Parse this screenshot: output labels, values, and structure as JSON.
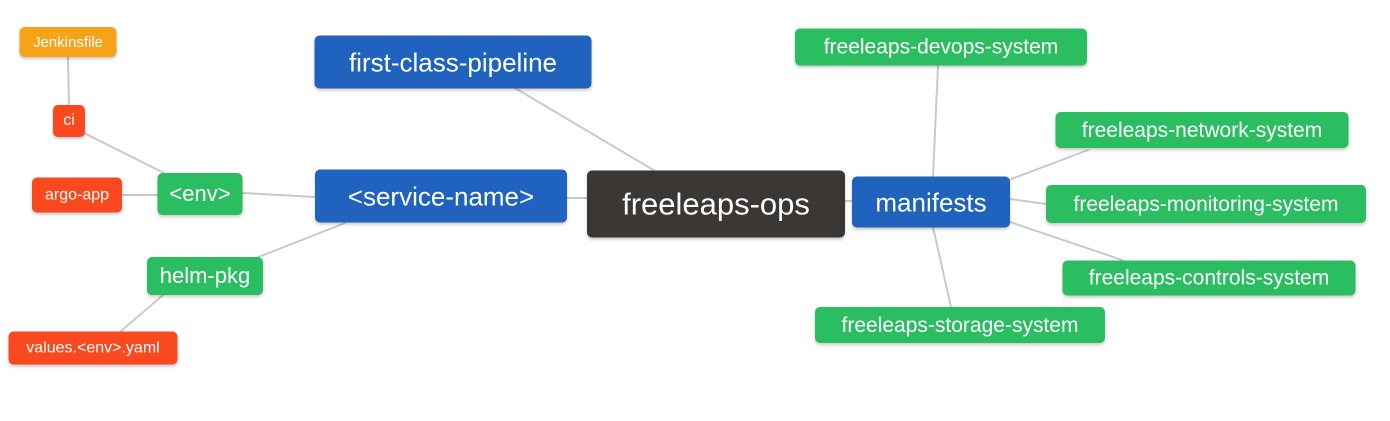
{
  "palette": {
    "blue": "#2063be",
    "green": "#2bbe60",
    "red": "#fa491e",
    "amber": "#f7a31a",
    "dark": "#3b3734",
    "line": "#c9c9c9",
    "text": "#ffffff",
    "background": "#ffffff"
  },
  "nodes": {
    "root": {
      "label": "freeleaps-ops",
      "color": "dark"
    },
    "pipeline": {
      "label": "first-class-pipeline",
      "color": "blue"
    },
    "service": {
      "label": "<service-name>",
      "color": "blue"
    },
    "manifests": {
      "label": "manifests",
      "color": "blue"
    },
    "env": {
      "label": "<env>",
      "color": "green"
    },
    "helm_pkg": {
      "label": "helm-pkg",
      "color": "green"
    },
    "ci": {
      "label": "ci",
      "color": "red"
    },
    "argo_app": {
      "label": "argo-app",
      "color": "red"
    },
    "values_yaml": {
      "label": "values.<env>.yaml",
      "color": "red"
    },
    "jenkinsfile": {
      "label": "Jenkinsfile",
      "color": "amber"
    },
    "devops": {
      "label": "freeleaps-devops-system",
      "color": "green"
    },
    "network": {
      "label": "freeleaps-network-system",
      "color": "green"
    },
    "monitoring": {
      "label": "freeleaps-monitoring-system",
      "color": "green"
    },
    "controls": {
      "label": "freeleaps-controls-system",
      "color": "green"
    },
    "storage": {
      "label": "freeleaps-storage-system",
      "color": "green"
    }
  },
  "edges": [
    {
      "from": "jenkinsfile",
      "to": "ci"
    },
    {
      "from": "ci",
      "to": "env"
    },
    {
      "from": "argo_app",
      "to": "env"
    },
    {
      "from": "env",
      "to": "service"
    },
    {
      "from": "helm_pkg",
      "to": "service"
    },
    {
      "from": "values_yaml",
      "to": "helm_pkg"
    },
    {
      "from": "service",
      "to": "root"
    },
    {
      "from": "pipeline",
      "to": "root"
    },
    {
      "from": "root",
      "to": "manifests"
    },
    {
      "from": "manifests",
      "to": "devops"
    },
    {
      "from": "manifests",
      "to": "network"
    },
    {
      "from": "manifests",
      "to": "monitoring"
    },
    {
      "from": "manifests",
      "to": "controls"
    },
    {
      "from": "manifests",
      "to": "storage"
    }
  ]
}
